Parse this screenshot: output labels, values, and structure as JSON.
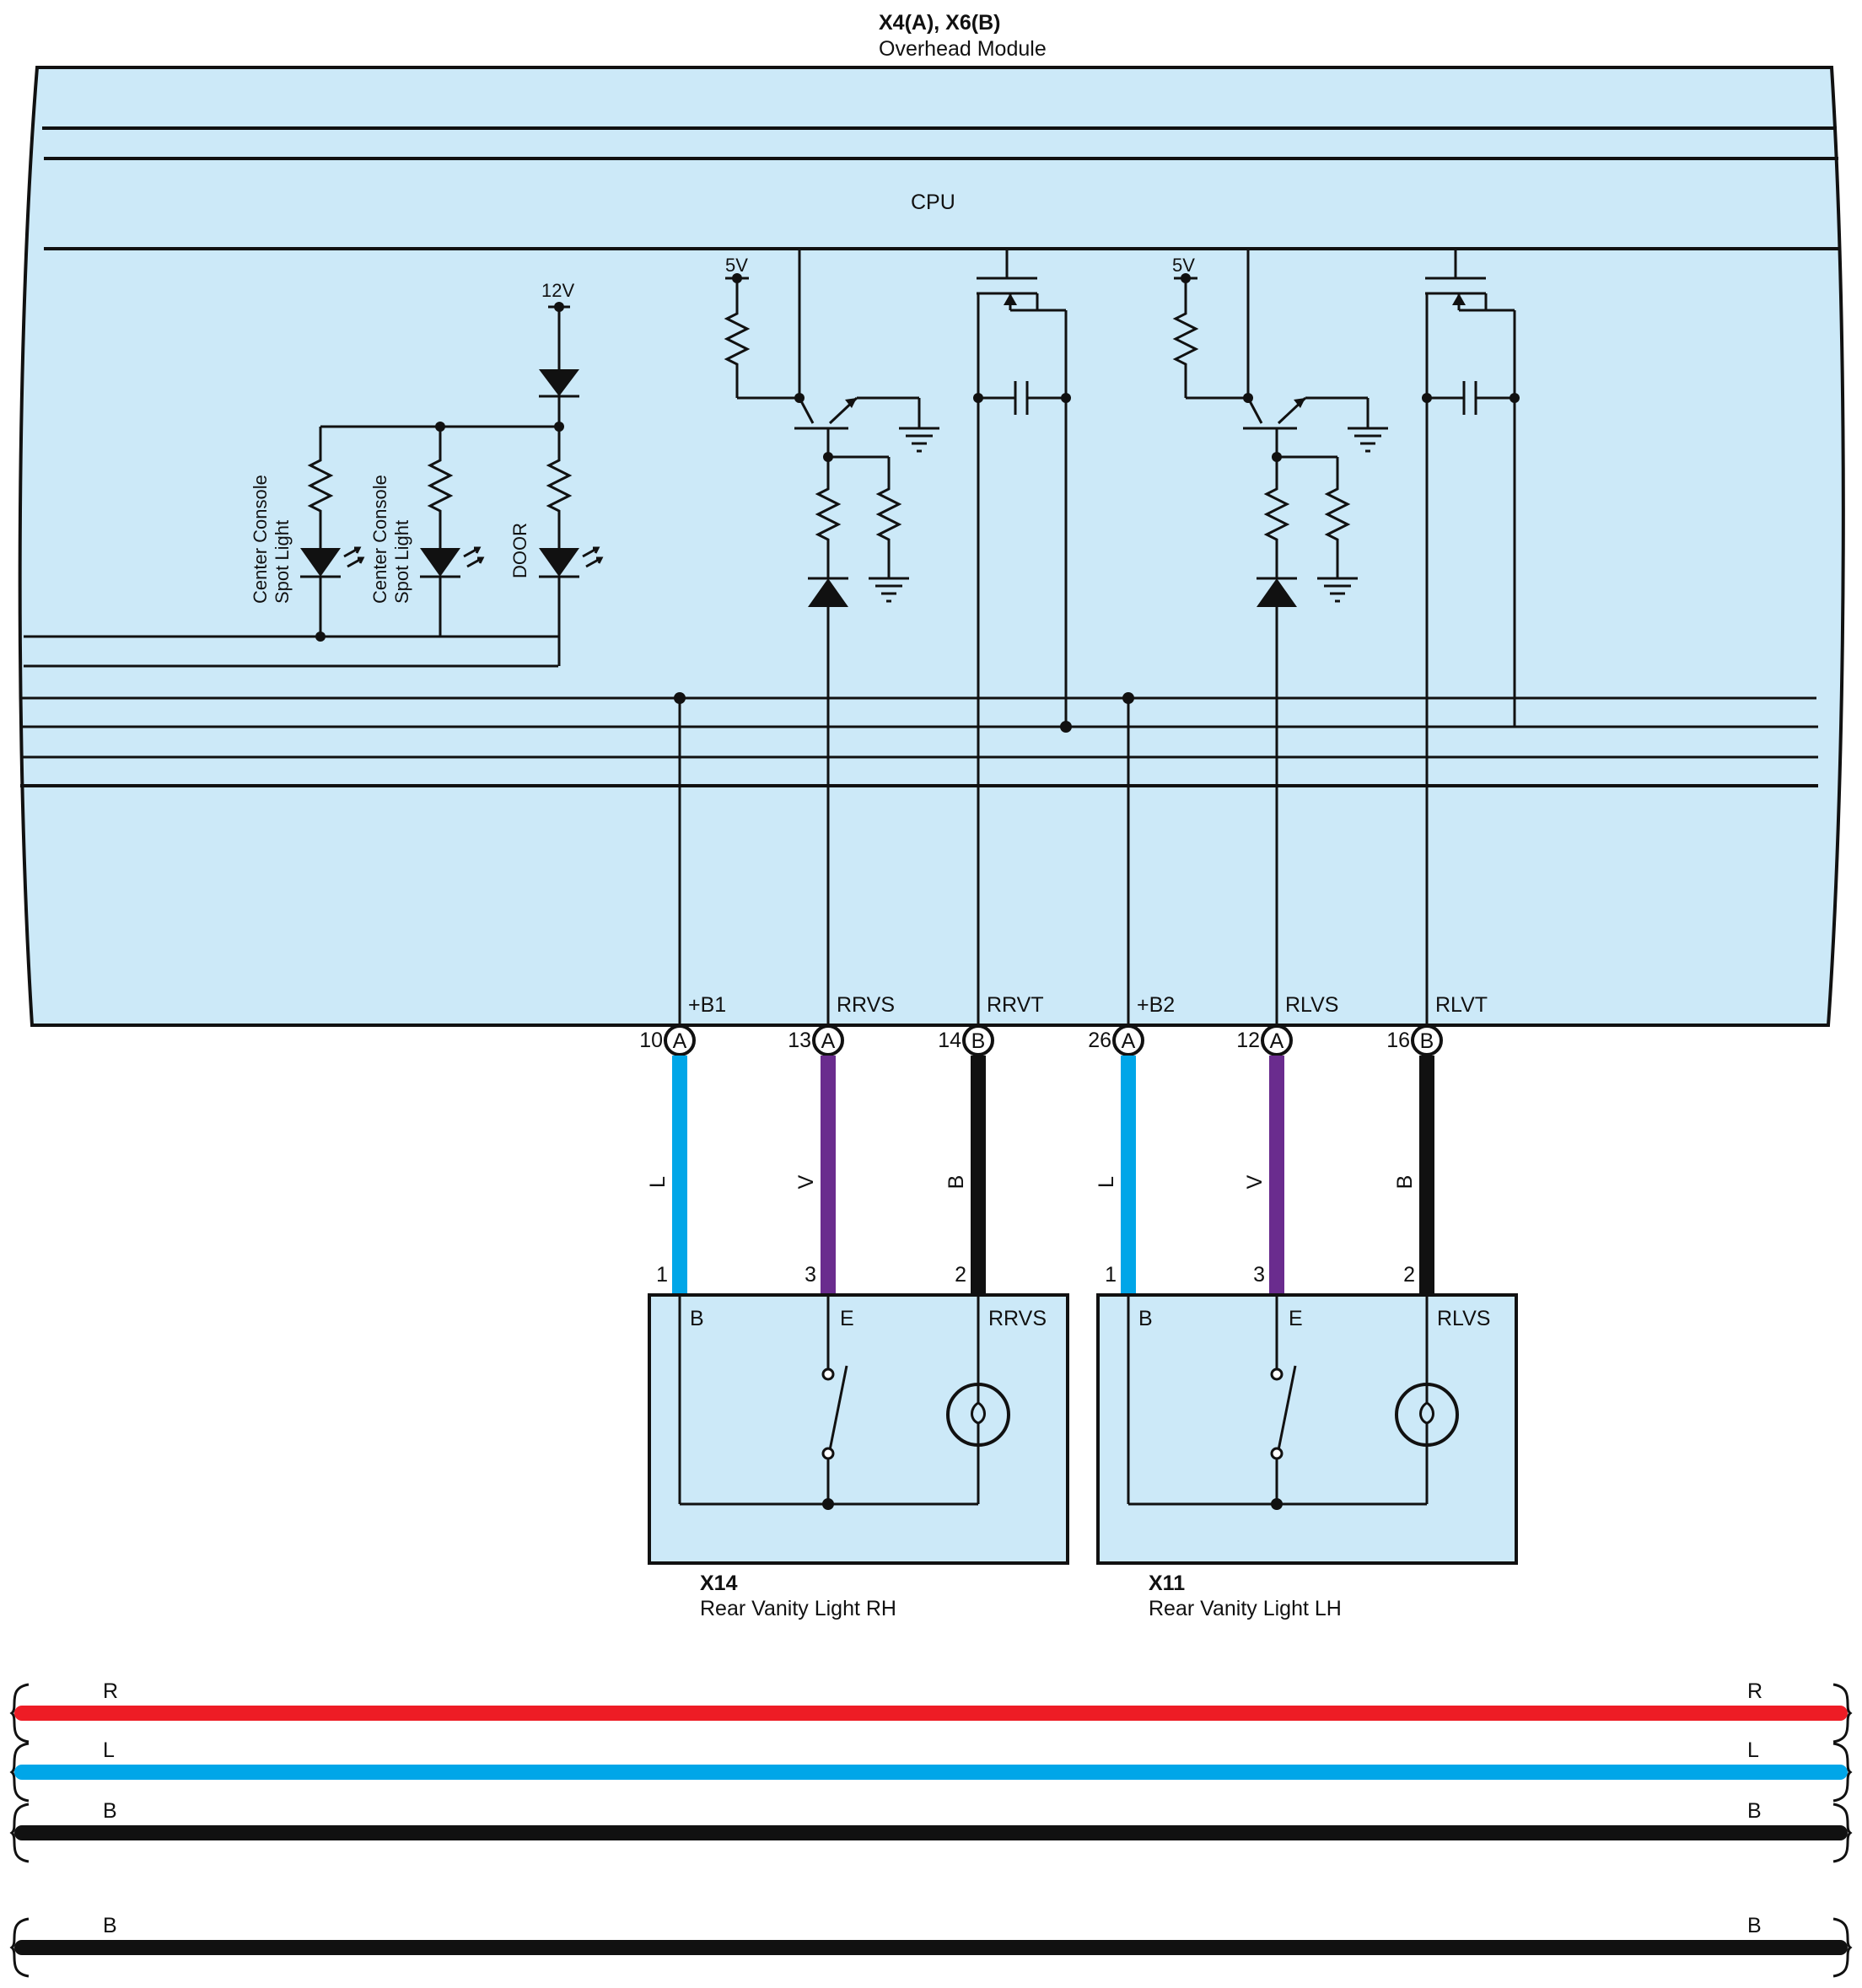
{
  "module": {
    "code": "X4(A), X6(B)",
    "name": "Overhead Module",
    "cpu_label": "CPU",
    "fill": "#cce9f8"
  },
  "internal_labels": {
    "v12": "12V",
    "v5_right": "5V",
    "v5_left": "5V",
    "led_1_line1": "Center Console",
    "led_1_line2": "Spot Light",
    "led_2_line1": "Center Console",
    "led_2_line2": "Spot Light",
    "led_3": "DOOR"
  },
  "pins": [
    {
      "signal": "+B1",
      "pin": "10",
      "connector": "A"
    },
    {
      "signal": "RRVS",
      "pin": "13",
      "connector": "A"
    },
    {
      "signal": "RRVT",
      "pin": "14",
      "connector": "B"
    },
    {
      "signal": "+B2",
      "pin": "26",
      "connector": "A"
    },
    {
      "signal": "RLVS",
      "pin": "12",
      "connector": "A"
    },
    {
      "signal": "RLVT",
      "pin": "16",
      "connector": "B"
    }
  ],
  "wires": [
    {
      "color_code": "L",
      "color": "#00a6e8",
      "end_pin": "1"
    },
    {
      "color_code": "V",
      "color": "#6a2c8e",
      "end_pin": "3"
    },
    {
      "color_code": "B",
      "color": "#111111",
      "end_pin": "2"
    },
    {
      "color_code": "L",
      "color": "#00a6e8",
      "end_pin": "1"
    },
    {
      "color_code": "V",
      "color": "#6a2c8e",
      "end_pin": "3"
    },
    {
      "color_code": "B",
      "color": "#111111",
      "end_pin": "2"
    }
  ],
  "lights": [
    {
      "code": "X14",
      "name": "Rear Vanity Light RH",
      "terminals": [
        "B",
        "E",
        "RRVS"
      ]
    },
    {
      "code": "X11",
      "name": "Rear Vanity Light LH",
      "terminals": [
        "B",
        "E",
        "RLVS"
      ]
    }
  ],
  "bus_lines": [
    {
      "code": "R",
      "color": "#ee1c25"
    },
    {
      "code": "L",
      "color": "#00a6e8"
    },
    {
      "code": "B",
      "color": "#111111"
    },
    {
      "code": "B",
      "color": "#111111"
    }
  ]
}
